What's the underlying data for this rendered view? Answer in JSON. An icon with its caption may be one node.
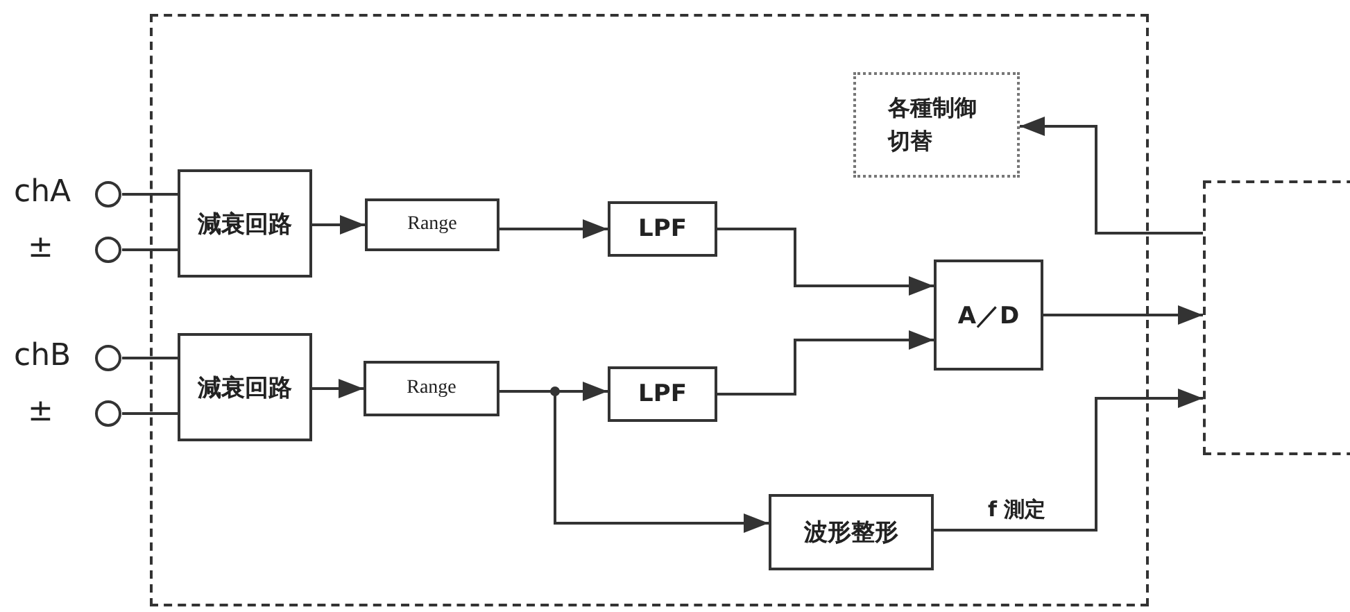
{
  "diagram": {
    "nodes": [
      {
        "text": [],
        "shape": "box"
      },
      {
        "text": [],
        "shape": "circle",
        "beside": [
          "chA"
        ]
      },
      {
        "text": [],
        "shape": "circle",
        "beside": [
          "±"
        ]
      },
      {
        "text": [],
        "shape": "circle",
        "beside": [
          "chB"
        ]
      },
      {
        "text": [],
        "shape": "circle",
        "beside": [
          "±"
        ]
      },
      {
        "text": [
          "減衰回路"
        ],
        "in": 0
      },
      {
        "text": [
          "Range"
        ],
        "in": 0
      },
      {
        "text": [
          "LPF"
        ],
        "in": 0
      },
      {
        "text": [
          "減衰回路"
        ],
        "in": 0
      },
      {
        "text": [
          "Range"
        ],
        "in": 0
      },
      {
        "text": [
          "LPF"
        ],
        "in": 0
      },
      {
        "text": [
          "A／D"
        ],
        "in": 0
      },
      {
        "text": [
          "波形整形"
        ],
        "in": 0
      },
      {
        "text": [
          "各種制御切替"
        ],
        "in": 0
      },
      {
        "text": [],
        "shape": "box"
      }
    ],
    "edges": [
      {
        "from": 1,
        "to": 5,
        "arrow": "none"
      },
      {
        "from": 2,
        "to": 5,
        "arrow": "none"
      },
      {
        "from": 3,
        "to": 8,
        "arrow": "none"
      },
      {
        "from": 4,
        "to": 8,
        "arrow": "none"
      },
      {
        "from": 5,
        "to": 6,
        "arrow": "to"
      },
      {
        "from": 6,
        "to": 7,
        "arrow": "to"
      },
      {
        "from": 8,
        "to": 9,
        "arrow": "to"
      },
      {
        "from": 9,
        "to": 10,
        "arrow": "to"
      },
      {
        "from": 9,
        "to": 12,
        "arrow": "to"
      },
      {
        "from": 7,
        "to": 11,
        "arrow": "to"
      },
      {
        "from": 10,
        "to": 11,
        "arrow": "to"
      },
      {
        "from": 11,
        "to": 14,
        "arrow": "to"
      },
      {
        "from": 12,
        "to": 14,
        "arrow": "to",
        "label": "f 測定"
      },
      {
        "from": 14,
        "to": 13,
        "arrow": "to"
      }
    ]
  }
}
